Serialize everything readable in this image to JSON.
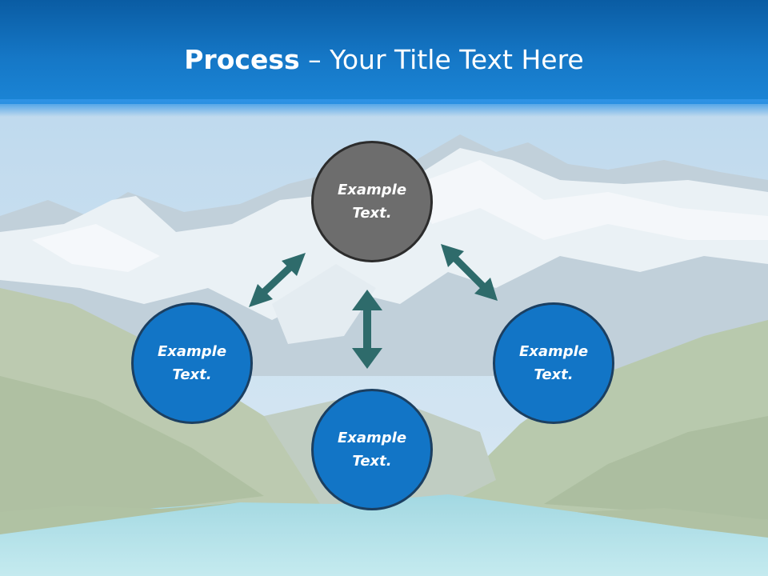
{
  "title": {
    "bold": "Process",
    "rest": " – Your Title Text Here"
  },
  "nodes": {
    "top": "Example\nText.",
    "left": "Example\nText.",
    "bottom": "Example\nText.",
    "right": "Example\nText."
  },
  "colors": {
    "title_bar": "#1577c6",
    "circle_blue": "#1275c6",
    "circle_gray": "#6d6d6d",
    "arrow": "#2e6b6b"
  }
}
